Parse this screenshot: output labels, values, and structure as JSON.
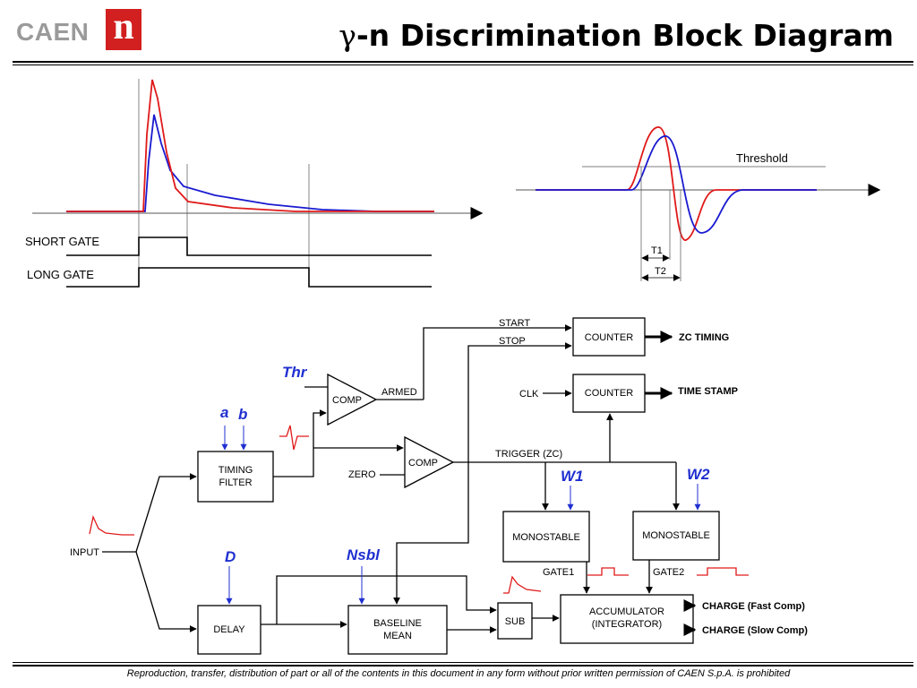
{
  "header": {
    "logo_text": "CAEN",
    "logo_letter": "n",
    "title_gamma": "γ",
    "title_rest": "-n Discrimination Block Diagram"
  },
  "footer": {
    "notice": "Reproduction, transfer, distribution of part or all of the contents in this document in any form without prior written permission of  CAEN S.p.A. is prohibited"
  },
  "gates": {
    "short_gate": "SHORT GATE",
    "long_gate": "LONG GATE"
  },
  "zero_crossing": {
    "threshold": "Threshold",
    "t1": "T1",
    "t2": "T2"
  },
  "blocks": {
    "counter_top": "COUNTER",
    "counter_mid": "COUNTER",
    "comp_top": "COMP",
    "comp_bottom": "COMP",
    "timing_filter_1": "TIMING",
    "timing_filter_2": "FILTER",
    "monostable_1": "MONOSTABLE",
    "monostable_2": "MONOSTABLE",
    "delay": "DELAY",
    "baseline_1": "BASELINE",
    "baseline_2": "MEAN",
    "sub": "SUB",
    "accumulator_1": "ACCUMULATOR",
    "accumulator_2": "(INTEGRATOR)"
  },
  "signals": {
    "start": "START",
    "stop": "STOP",
    "zc_timing": "ZC TIMING",
    "clk": "CLK",
    "time_stamp": "TIME STAMP",
    "armed": "ARMED",
    "zero": "ZERO",
    "trigger": "TRIGGER (ZC)",
    "input": "INPUT",
    "gate1": "GATE1",
    "gate2": "GATE2",
    "charge_fast": "CHARGE (Fast Comp)",
    "charge_slow": "CHARGE (Slow Comp)"
  },
  "parameters": {
    "thr": "Thr",
    "a": "a",
    "b": "b",
    "w1": "W1",
    "w2": "W2",
    "d": "D",
    "nsbl": "Nsbl"
  },
  "colors": {
    "pulse_red": "#e01a1a",
    "pulse_blue": "#1a1ad0",
    "parameter_blue": "#1f2fd0",
    "logo_red": "#d21f1f",
    "logo_grey": "#9a9a9a"
  }
}
